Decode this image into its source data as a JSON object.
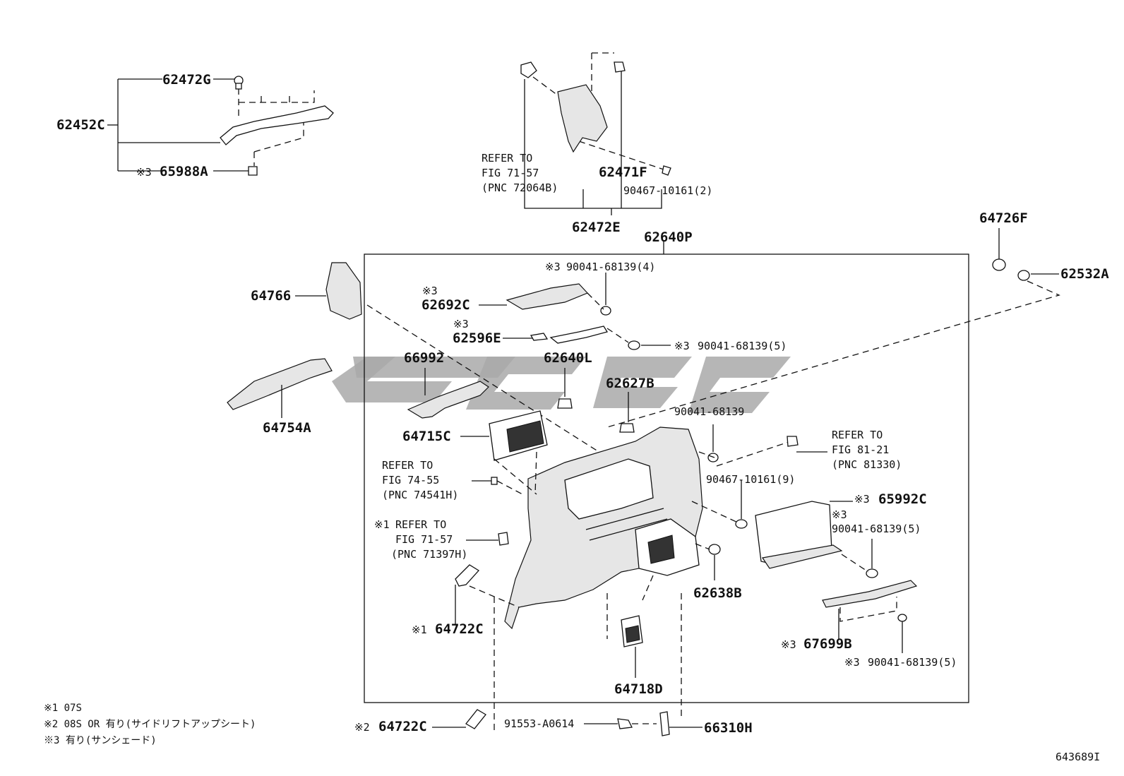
{
  "labels": {
    "p62472G": "62472G",
    "p62452C": "62452C",
    "p65988A": "65988A",
    "n3_65988A": "※3",
    "refer_fig7157_a": [
      "REFER TO",
      "FIG 71-57",
      "(PNC 72064B)"
    ],
    "p62471F": "62471F",
    "p90467_2": "90467-10161(2)",
    "p62472E": "62472E",
    "p62640P": "62640P",
    "p64726F": "64726F",
    "p62532A": "62532A",
    "p64766": "64766",
    "p90041_4": "90041-68139(4)",
    "n3_90041_4": "※3",
    "p62692C": "62692C",
    "n3_62692C": "※3",
    "p62596E": "62596E",
    "n3_62596E": "※3",
    "p90041_5a": "90041-68139(5)",
    "n3_90041_5a": "※3",
    "p66992": "66992",
    "p62640L": "62640L",
    "p62627B": "62627B",
    "p64754A": "64754A",
    "p90041": "90041-68139",
    "p64715C": "64715C",
    "refer_fig8121": [
      "REFER TO",
      "FIG 81-21",
      "(PNC 81330)"
    ],
    "refer_fig7455": [
      "REFER TO",
      "FIG 74-55",
      "(PNC 74541H)"
    ],
    "p90467_9": "90467-10161(9)",
    "p65992C": "65992C",
    "n3_65992C": "※3",
    "n1_refer": "※1",
    "refer_fig7157_b": [
      "REFER TO",
      "FIG 71-57",
      "(PNC 71397H)"
    ],
    "n3_90041_5b": "※3",
    "p90041_5b": "90041-68139(5)",
    "p62638B": "62638B",
    "p64722C_1": "64722C",
    "n1_64722C": "※1",
    "p67699B": "67699B",
    "n3_67699B": "※3",
    "p90041_5c": "90041-68139(5)",
    "n3_90041_5c": "※3",
    "p64718D": "64718D",
    "p64722C_2": "64722C",
    "n2_64722C": "※2",
    "p91553": "91553-A0614",
    "p66310H": "66310H"
  },
  "notes": [
    "※1 07S",
    "※2 08S OR 有り(サイドリフトアップシート)",
    "※3 有り(サンシェード)"
  ],
  "figure_id": "643689I"
}
